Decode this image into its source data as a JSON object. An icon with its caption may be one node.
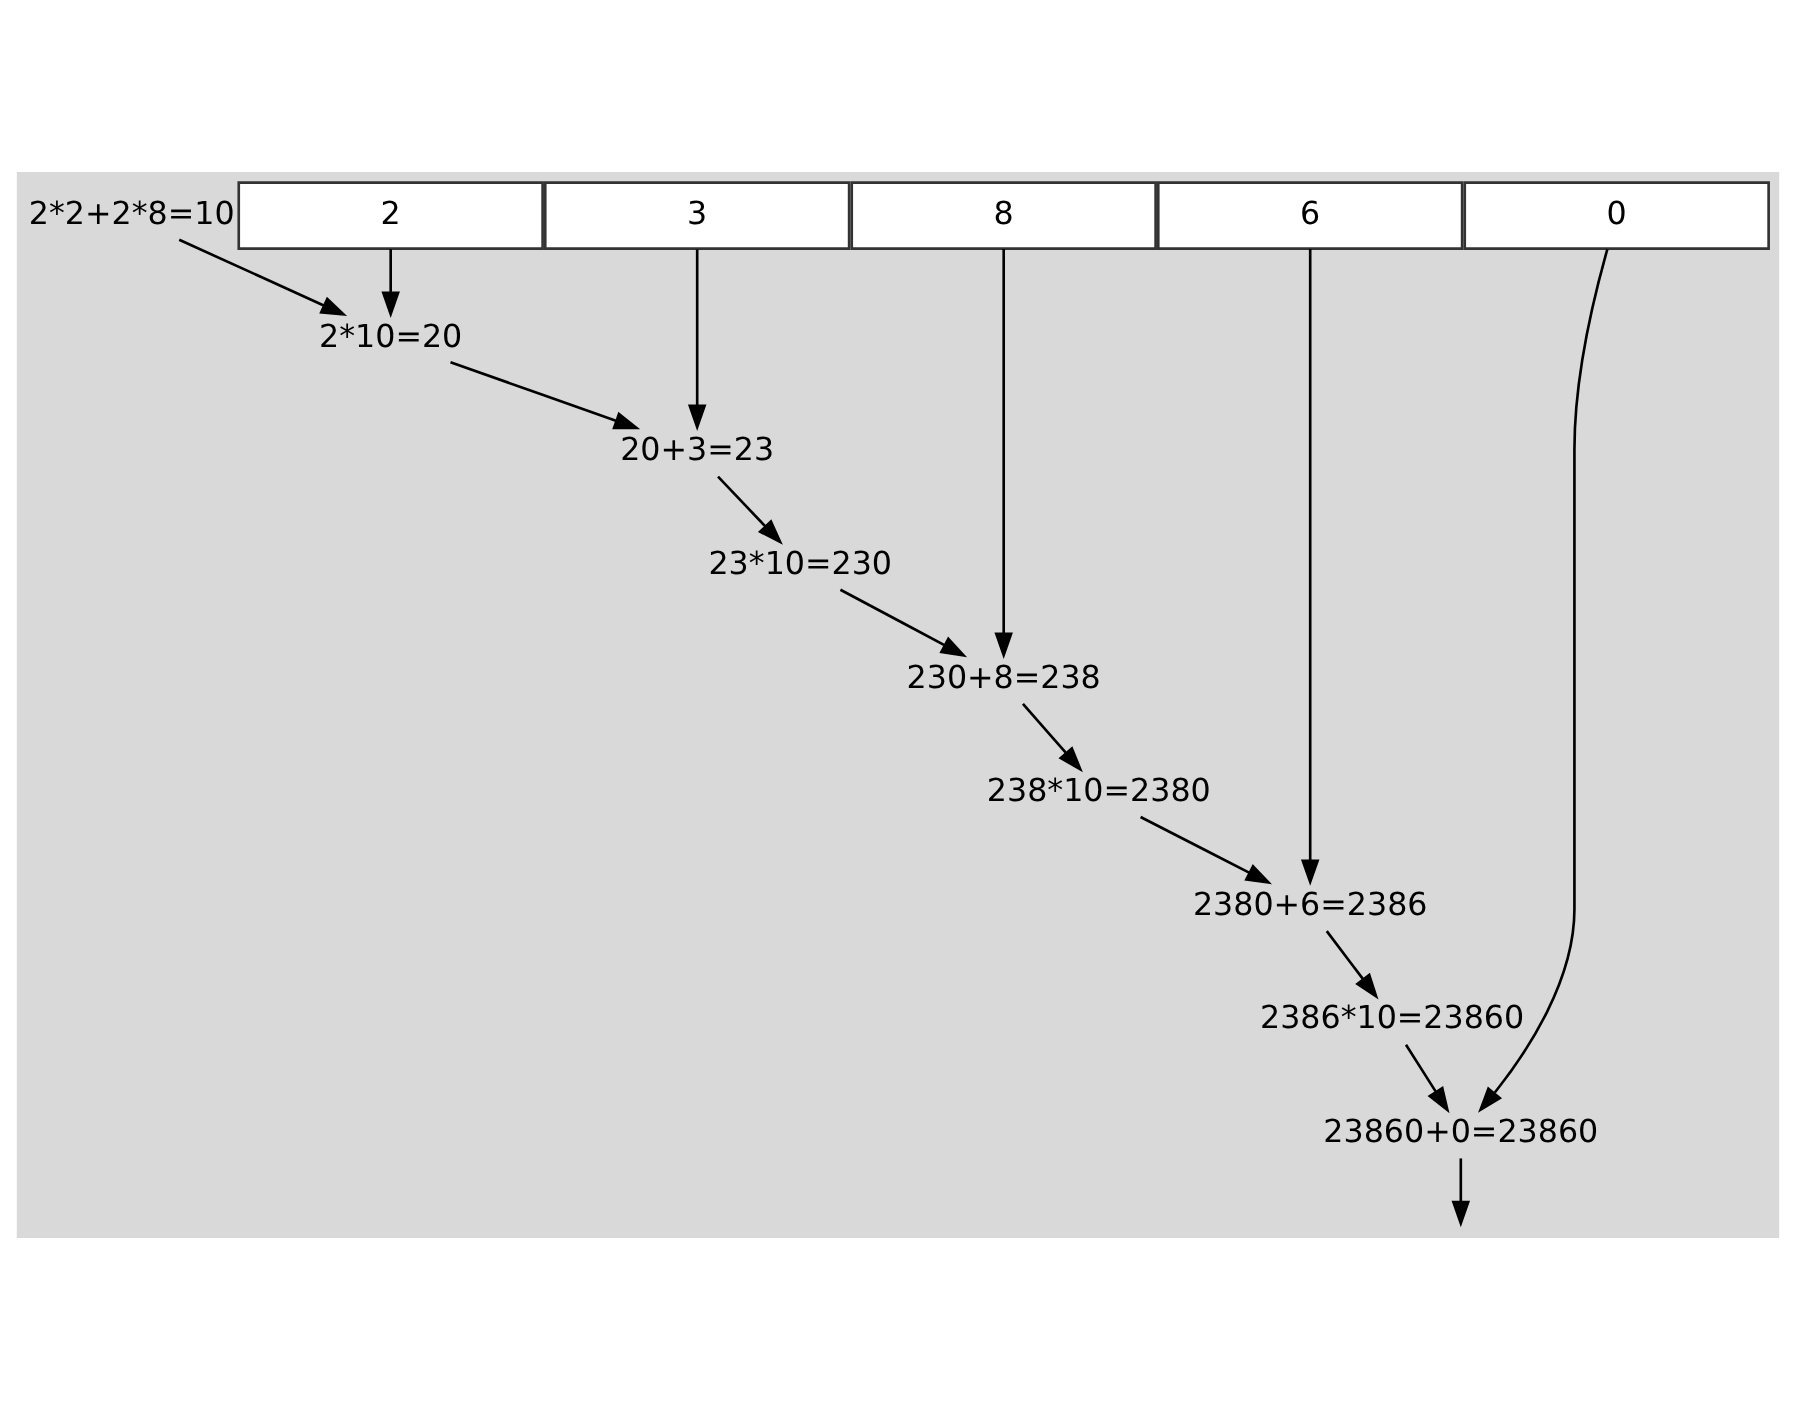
{
  "diagram": {
    "nodes": [
      {
        "text": [
          "2"
        ]
      },
      {
        "text": [
          "3"
        ]
      },
      {
        "text": [
          "8"
        ]
      },
      {
        "text": [
          "6"
        ]
      },
      {
        "text": [
          "0"
        ]
      },
      {
        "text": [
          "2*10=20"
        ]
      },
      {
        "text": [
          "2*2+2*8=10"
        ]
      },
      {
        "text": [
          "20+3=23"
        ]
      },
      {
        "text": [
          "23*10=230"
        ]
      },
      {
        "text": [
          "230+8=238"
        ]
      },
      {
        "text": [
          "238*10=2380"
        ]
      },
      {
        "text": [
          "2380+6=2386"
        ]
      },
      {
        "text": [
          "2386*10=23860"
        ]
      },
      {
        "text": [
          "23860+0=23860"
        ]
      }
    ],
    "edges": [
      {
        "from": 0,
        "to": 5,
        "arrow": "to"
      },
      {
        "from": 6,
        "to": 5,
        "arrow": "to"
      },
      {
        "from": 5,
        "to": 7,
        "arrow": "to"
      },
      {
        "from": 1,
        "to": 7,
        "arrow": "to"
      },
      {
        "from": 7,
        "to": 8,
        "arrow": "to"
      },
      {
        "from": 8,
        "to": 9,
        "arrow": "to"
      },
      {
        "from": 2,
        "to": 9,
        "arrow": "to"
      },
      {
        "from": 9,
        "to": 10,
        "arrow": "to"
      },
      {
        "from": 10,
        "to": 11,
        "arrow": "to"
      },
      {
        "from": 3,
        "to": 11,
        "arrow": "to"
      },
      {
        "from": 11,
        "to": 12,
        "arrow": "to"
      },
      {
        "from": 12,
        "to": 13,
        "arrow": "to"
      },
      {
        "from": 4,
        "to": 13,
        "arrow": "to"
      },
      {
        "from": 13,
        "to": null,
        "arrow": "to"
      }
    ]
  }
}
